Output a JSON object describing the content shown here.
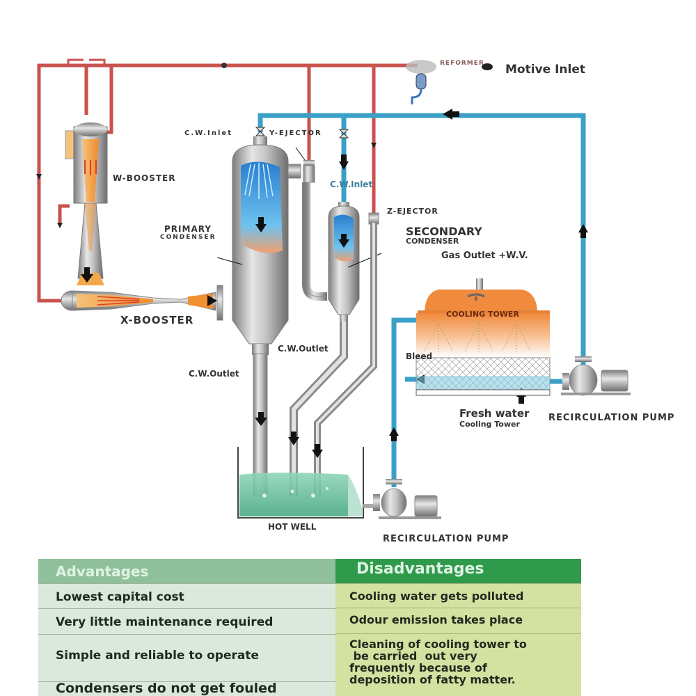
{
  "labels": {
    "reformer": "REFORMER",
    "motive_inlet": "Motive Inlet",
    "cw_inlet_primary": "C.W.Inlet",
    "y_ejector": "Y-EJECTOR",
    "cw_inlet_secondary": "C.W.Inlet",
    "w_booster": "W-BOOSTER",
    "z_ejector": "Z-EJECTOR",
    "primary_condenser_title": "PRIMARY",
    "primary_condenser_sub": "CONDENSER",
    "secondary_condenser_title": "SECONDARY",
    "secondary_condenser_sub": "CONDENSER",
    "gas_outlet": "Gas Outlet +W.V.",
    "cooling_tower": "COOLING TOWER",
    "x_booster": "X-BOOSTER",
    "cw_outlet_secondary": "C.W.Outlet",
    "bleed": "Bleed",
    "cw_outlet_primary": "C.W.Outlet",
    "fresh_water": "Fresh water",
    "fresh_water_sub": "Cooling Tower",
    "recirc_pump_right": "RECIRCULATION PUMP",
    "hot_well": "HOT WELL",
    "recirc_pump_bottom": "RECIRCULATION PUMP"
  },
  "colors": {
    "steam_pipe": "#c9524e",
    "water_pipe": "#3aa0c8",
    "shell": "#b8b8b8",
    "hot_fluid": "#f0902a",
    "hot_well_water": "#5fb898",
    "tower_orange": "#f08a3c"
  },
  "table": {
    "advantages": {
      "header": "Advantages",
      "rows": [
        "Lowest capital cost",
        "Very little maintenance required",
        "Simple and reliable to operate",
        "Condensers do not get fouled"
      ]
    },
    "disadvantages": {
      "header": "Disadvantages",
      "rows": [
        "Cooling water gets polluted",
        "Odour emission takes place",
        "Cleaning of cooling tower to",
        " be carried  out very",
        "frequently because of",
        "deposition of fatty matter."
      ]
    }
  }
}
